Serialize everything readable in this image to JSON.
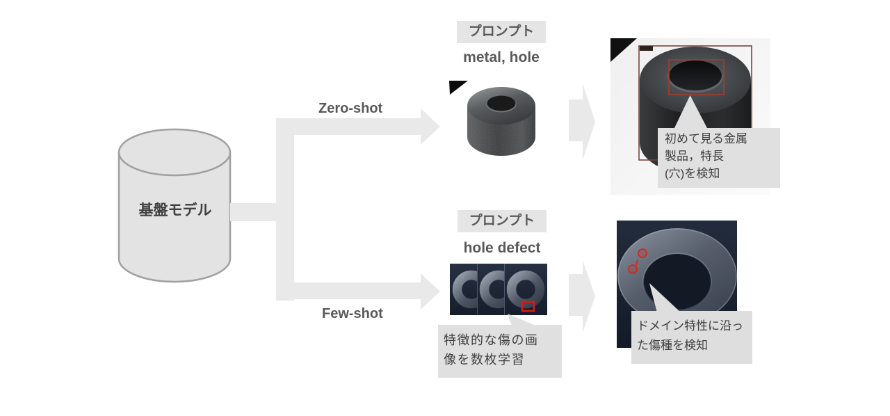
{
  "foundation_model": {
    "label": "基盤モデル"
  },
  "zero_shot": {
    "branch_label": "Zero-shot",
    "prompt_tag": "プロンプト",
    "prompt_value": "metal, hole",
    "result_callout_lines": [
      "初めて見る金属",
      "製品，特長",
      "(穴)を検知"
    ]
  },
  "few_shot": {
    "branch_label": "Few-shot",
    "prompt_tag": "プロンプト",
    "prompt_value": "hole defect",
    "input_callout_lines": [
      "特徴的な傷の画",
      "像を数枚学習"
    ],
    "result_callout_lines": [
      "ドメイン特性に沿っ",
      "た傷種を検知"
    ]
  },
  "colors": {
    "connector_gray": "#e9e9e9",
    "prompt_box_gray": "#e5e5e5",
    "callout_gray": "#e0e0e0",
    "label_text_gray": "#595959",
    "detection_red": "#d01e14",
    "bbox_maroon": "#7b443c",
    "photo_navy": "#1c2534"
  }
}
